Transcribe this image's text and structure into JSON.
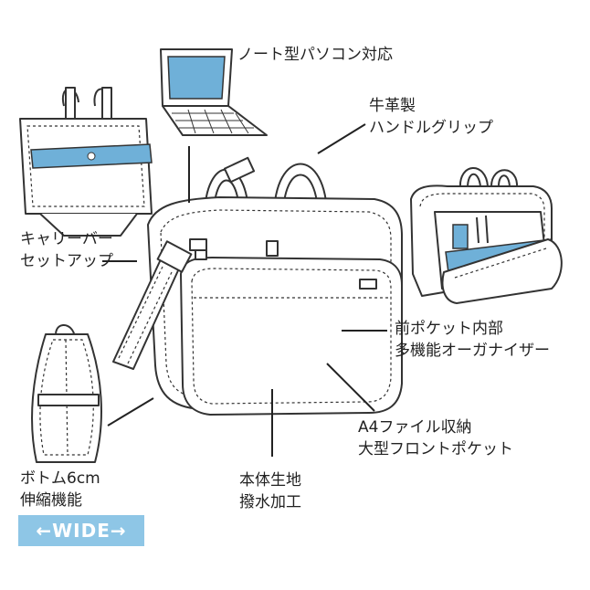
{
  "labels": {
    "laptop": "ノート型パソコン対応",
    "handle_line1": "牛革製",
    "handle_line2": "ハンドルグリップ",
    "carry_line1": "キャリーバー",
    "carry_line2": "セットアップ",
    "organizer_line1": "前ポケット内部",
    "organizer_line2": "多機能オーガナイザー",
    "a4_line1": "A4ファイル収納",
    "a4_line2": "大型フロントポケット",
    "body_line1": "本体生地",
    "body_line2": "撥水加工",
    "bottom_line1": "ボトム6cm",
    "bottom_line2": "伸縮機能"
  },
  "badge": {
    "text": "←WIDE→"
  },
  "colors": {
    "accent_blue": "#6fb0d8",
    "badge_blue": "#8ec6e6",
    "ink": "#222222"
  }
}
